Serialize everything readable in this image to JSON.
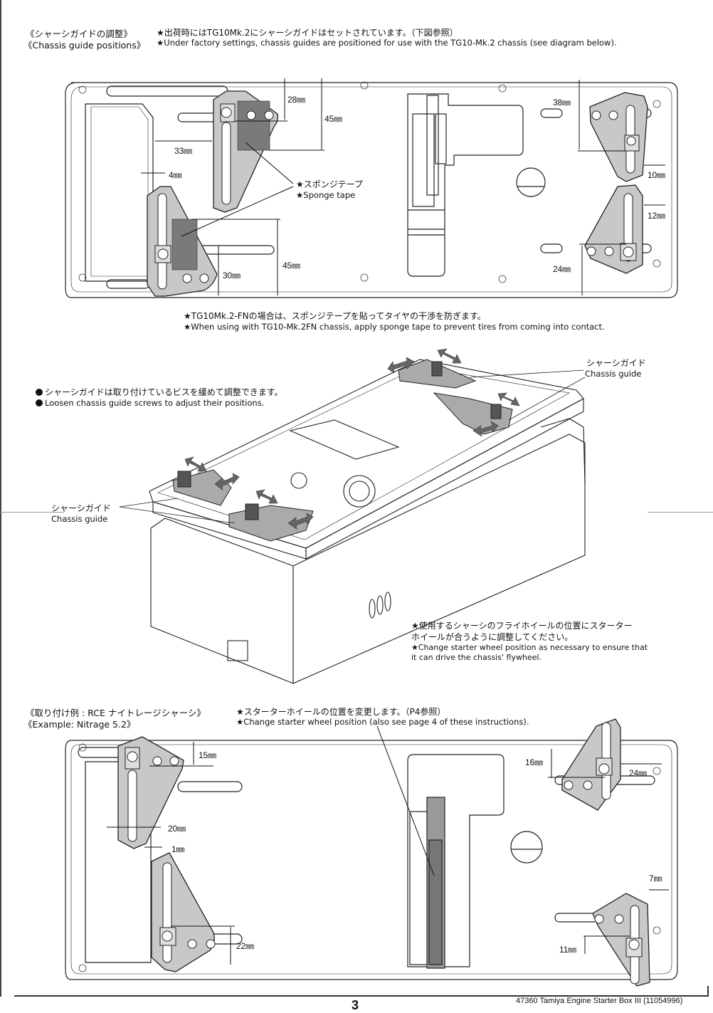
{
  "section1": {
    "title_jp": "《シャーシガイドの調整》",
    "title_en": "《Chassis guide positions》",
    "note_jp": "★出荷時にはTG10Mk.2にシャーシガイドはセットされています。（下図参照）",
    "note_en": "★Under factory settings, chassis guides are positioned for use with the TG10-Mk.2 chassis (see diagram below).",
    "dimensions": {
      "front_left_top": "28㎜",
      "front_left_total": "45㎜",
      "front_left_side": "33㎜",
      "rear_left_gap": "4㎜",
      "rear_left_height": "30㎜",
      "rear_left_total": "45㎜",
      "right_top": "38㎜",
      "right_top_side": "10㎜",
      "right_bottom_side": "12㎜",
      "right_bottom": "24㎜"
    },
    "sponge_label_jp": "★スポンジテープ",
    "sponge_label_en": "★Sponge tape",
    "fn_note_jp": "★TG10Mk.2-FNの場合は、スポンジテープを貼ってタイヤの干渉を防ぎます。",
    "fn_note_en": "★When using with TG10-Mk.2FN chassis, apply sponge tape to prevent tires from coming into contact."
  },
  "section2": {
    "loosen_jp": "シャーシガイドは取り付けているビスを緩めて調整できます。",
    "loosen_en": "Loosen chassis guide screws to adjust their positions.",
    "guide_label_right_jp": "シャーシガイド",
    "guide_label_right_en": "Chassis guide",
    "guide_label_left_jp": "シャーシガイド",
    "guide_label_left_en": "Chassis guide",
    "wheel_note_jp_1": "★使用するシャーシのフライホイールの位置にスターター",
    "wheel_note_jp_2": "ホイールが合うように調整してください。",
    "wheel_note_en_1": "★Change starter wheel position as necessary to ensure that",
    "wheel_note_en_2": "it can drive the chassis' flywheel."
  },
  "section3": {
    "title_jp": "《取り付け例 : RCE ナイトレージシャーシ》",
    "title_en": "《Example: Nitrage 5.2》",
    "note_jp": "★スターターホイールの位置を変更します。（P4参照）",
    "note_en": "★Change starter wheel position (also see page 4 of these instructions).",
    "dimensions": {
      "left_top": "15㎜",
      "left_side": "20㎜",
      "left_gap": "1㎜",
      "left_bottom": "22㎜",
      "right_top": "16㎜",
      "right_top_side": "24㎜",
      "right_bottom_side": "7㎜",
      "right_bottom": "11㎜"
    }
  },
  "footer": {
    "page_number": "3",
    "doc_id": "47360 Tamiya Engine Starter Box III (11054996)"
  },
  "colors": {
    "guide_fill": "#c8c8c8",
    "sponge_fill": "#7a7a7a",
    "line": "#222222"
  }
}
